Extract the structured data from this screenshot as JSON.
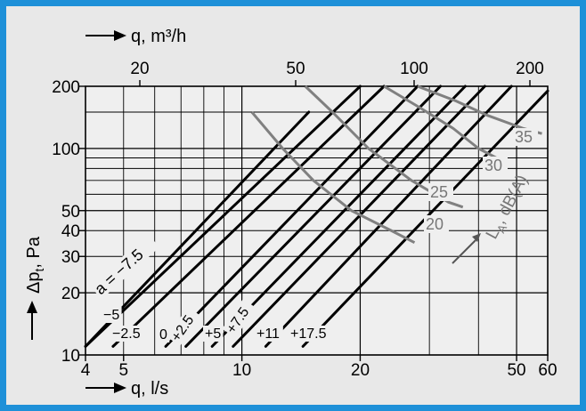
{
  "colors": {
    "frame": "#1e90d8",
    "panel": "#e8e8e8",
    "plot": "#efefef",
    "pressure_lines": "#000000",
    "sound_curves": "#808080"
  },
  "chart_data": {
    "type": "line",
    "scale": "log-log",
    "x_axis": {
      "label": "q, l/s",
      "range": [
        4,
        60
      ],
      "ticks": [
        4,
        5,
        10,
        20,
        50,
        60
      ],
      "tick_labels": [
        "4",
        "5",
        "10",
        "20",
        "50",
        "60"
      ]
    },
    "x2_axis": {
      "label": "q, m³/h",
      "ticks": [
        20,
        50,
        100,
        200
      ],
      "tick_labels": [
        "20",
        "50",
        "100",
        "200"
      ]
    },
    "y_axis": {
      "label": "Δpt, Pa",
      "label_main": "Δp",
      "label_sub": "t",
      "label_rest": ", Pa",
      "range": [
        10,
        200
      ],
      "ticks": [
        10,
        20,
        30,
        40,
        50,
        100,
        200
      ],
      "tick_labels": [
        "10",
        "20",
        "30",
        "40",
        "50",
        "100",
        "200"
      ]
    },
    "pressure_series": [
      {
        "label": "a = −7.5",
        "x": [
          4.0,
          14.8
        ],
        "y": [
          11.0,
          150.0
        ]
      },
      {
        "label": "−5",
        "x": [
          4.0,
          20.0
        ],
        "y": [
          11.0,
          200.0
        ]
      },
      {
        "label": "−2.5",
        "x": [
          4.7,
          23.0
        ],
        "y": [
          11.0,
          200.0
        ]
      },
      {
        "label": "0",
        "x": [
          6.4,
          28.0
        ],
        "y": [
          11.0,
          200.0
        ]
      },
      {
        "label": "+2.5",
        "x": [
          7.2,
          32.0
        ],
        "y": [
          11.0,
          200.0
        ]
      },
      {
        "label": "+5",
        "x": [
          8.4,
          37.0
        ],
        "y": [
          11.0,
          200.0
        ]
      },
      {
        "label": "+7.5",
        "x": [
          9.5,
          41.5
        ],
        "y": [
          11.0,
          200.0
        ]
      },
      {
        "label": "+11",
        "x": [
          11.5,
          48.5
        ],
        "y": [
          11.0,
          200.0
        ]
      },
      {
        "label": "+17.5",
        "x": [
          14.3,
          60.0
        ],
        "y": [
          11.0,
          190.0
        ]
      }
    ],
    "sound_series": [
      {
        "label": "20",
        "x": [
          10.6,
          12.7,
          15.2,
          19.0,
          24.0,
          27.5
        ],
        "y": [
          150,
          100,
          70,
          50,
          40,
          35
        ]
      },
      {
        "label": "25",
        "x": [
          14.5,
          17.0,
          21.0,
          27.0,
          33.5,
          36.5
        ],
        "y": [
          200,
          150,
          100,
          70,
          55,
          52
        ]
      },
      {
        "label": "30",
        "x": [
          23.0,
          28.0,
          34.5,
          40.0,
          46.5
        ],
        "y": [
          200,
          160,
          125,
          100,
          86
        ]
      },
      {
        "label": "35",
        "x": [
          28.0,
          35.0,
          42.0,
          52.0,
          58.0
        ],
        "y": [
          200,
          170,
          145,
          125,
          118
        ]
      }
    ],
    "annotation": {
      "main": "L",
      "sub": "A",
      "rest": ", dB(A)"
    }
  }
}
